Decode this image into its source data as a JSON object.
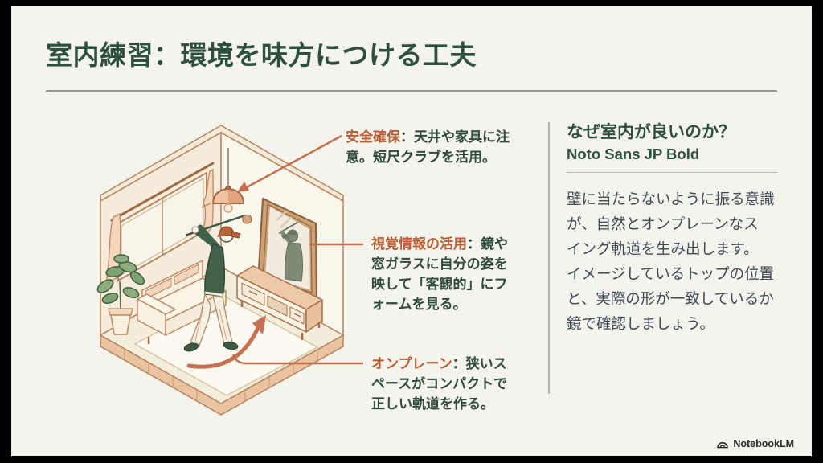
{
  "title": "室内練習：環境を味方につける工夫",
  "annotations": [
    {
      "label": "安全確保",
      "text": "：天井や家具に注\n意。短尺クラブを活用。"
    },
    {
      "label": "視覚情報の活用",
      "text": "：鏡や\n窓ガラスに自分の姿を\n映して「客観的」にフ\nォームを見る。"
    },
    {
      "label": "オンプレーン",
      "text": "：狭いス\nペースがコンパクトで\n正しい軌道を作る。"
    }
  ],
  "panel": {
    "heading": "なぜ室内が良いのか？",
    "subheading": "Noto Sans JP Bold",
    "body": "壁に当たらないように振る意識\nが、自然とオンプレーンなス\nイング軌道を生み出します。\nイメージしているトップの位置\nと、実際の形が一致しているか\n鏡で確認しましょう。"
  },
  "footer": {
    "brand": "NotebookLM"
  },
  "icons": {
    "footer_logo": "fan-arcs"
  },
  "colors": {
    "background": "#f4f3ec",
    "title_green": "#2c5039",
    "annotation_green": "#2e4a38",
    "accent_orange": "#b75c35",
    "connector_salmon": "#c0704e",
    "body_slate": "#3d4a56",
    "letterbox": "#000000"
  }
}
